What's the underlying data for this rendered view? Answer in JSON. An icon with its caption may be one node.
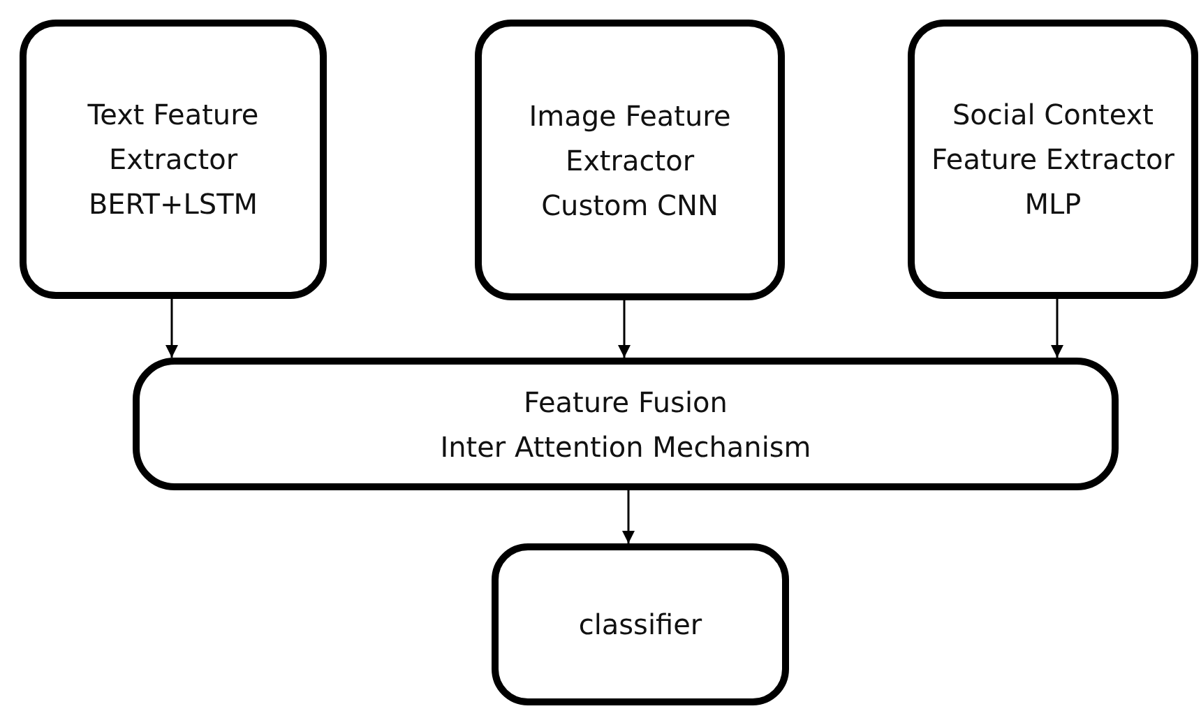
{
  "diagram": {
    "nodes": [
      {
        "text": [
          "Text Feature Extractor",
          "BERT+LSTM"
        ]
      },
      {
        "text": [
          "Image Feature Extractor",
          "Custom CNN"
        ]
      },
      {
        "text": [
          "Social Context Feature Extractor",
          "MLP"
        ]
      },
      {
        "text": [
          "Feature Fusion",
          "Inter Attention Mechanism"
        ]
      },
      {
        "text": [
          "classifier"
        ]
      }
    ],
    "edges": [
      {
        "from": 0,
        "to": 3,
        "arrow": "to"
      },
      {
        "from": 1,
        "to": 3,
        "arrow": "to"
      },
      {
        "from": 2,
        "to": 3,
        "arrow": "to"
      },
      {
        "from": 3,
        "to": 4,
        "arrow": "to"
      }
    ]
  }
}
